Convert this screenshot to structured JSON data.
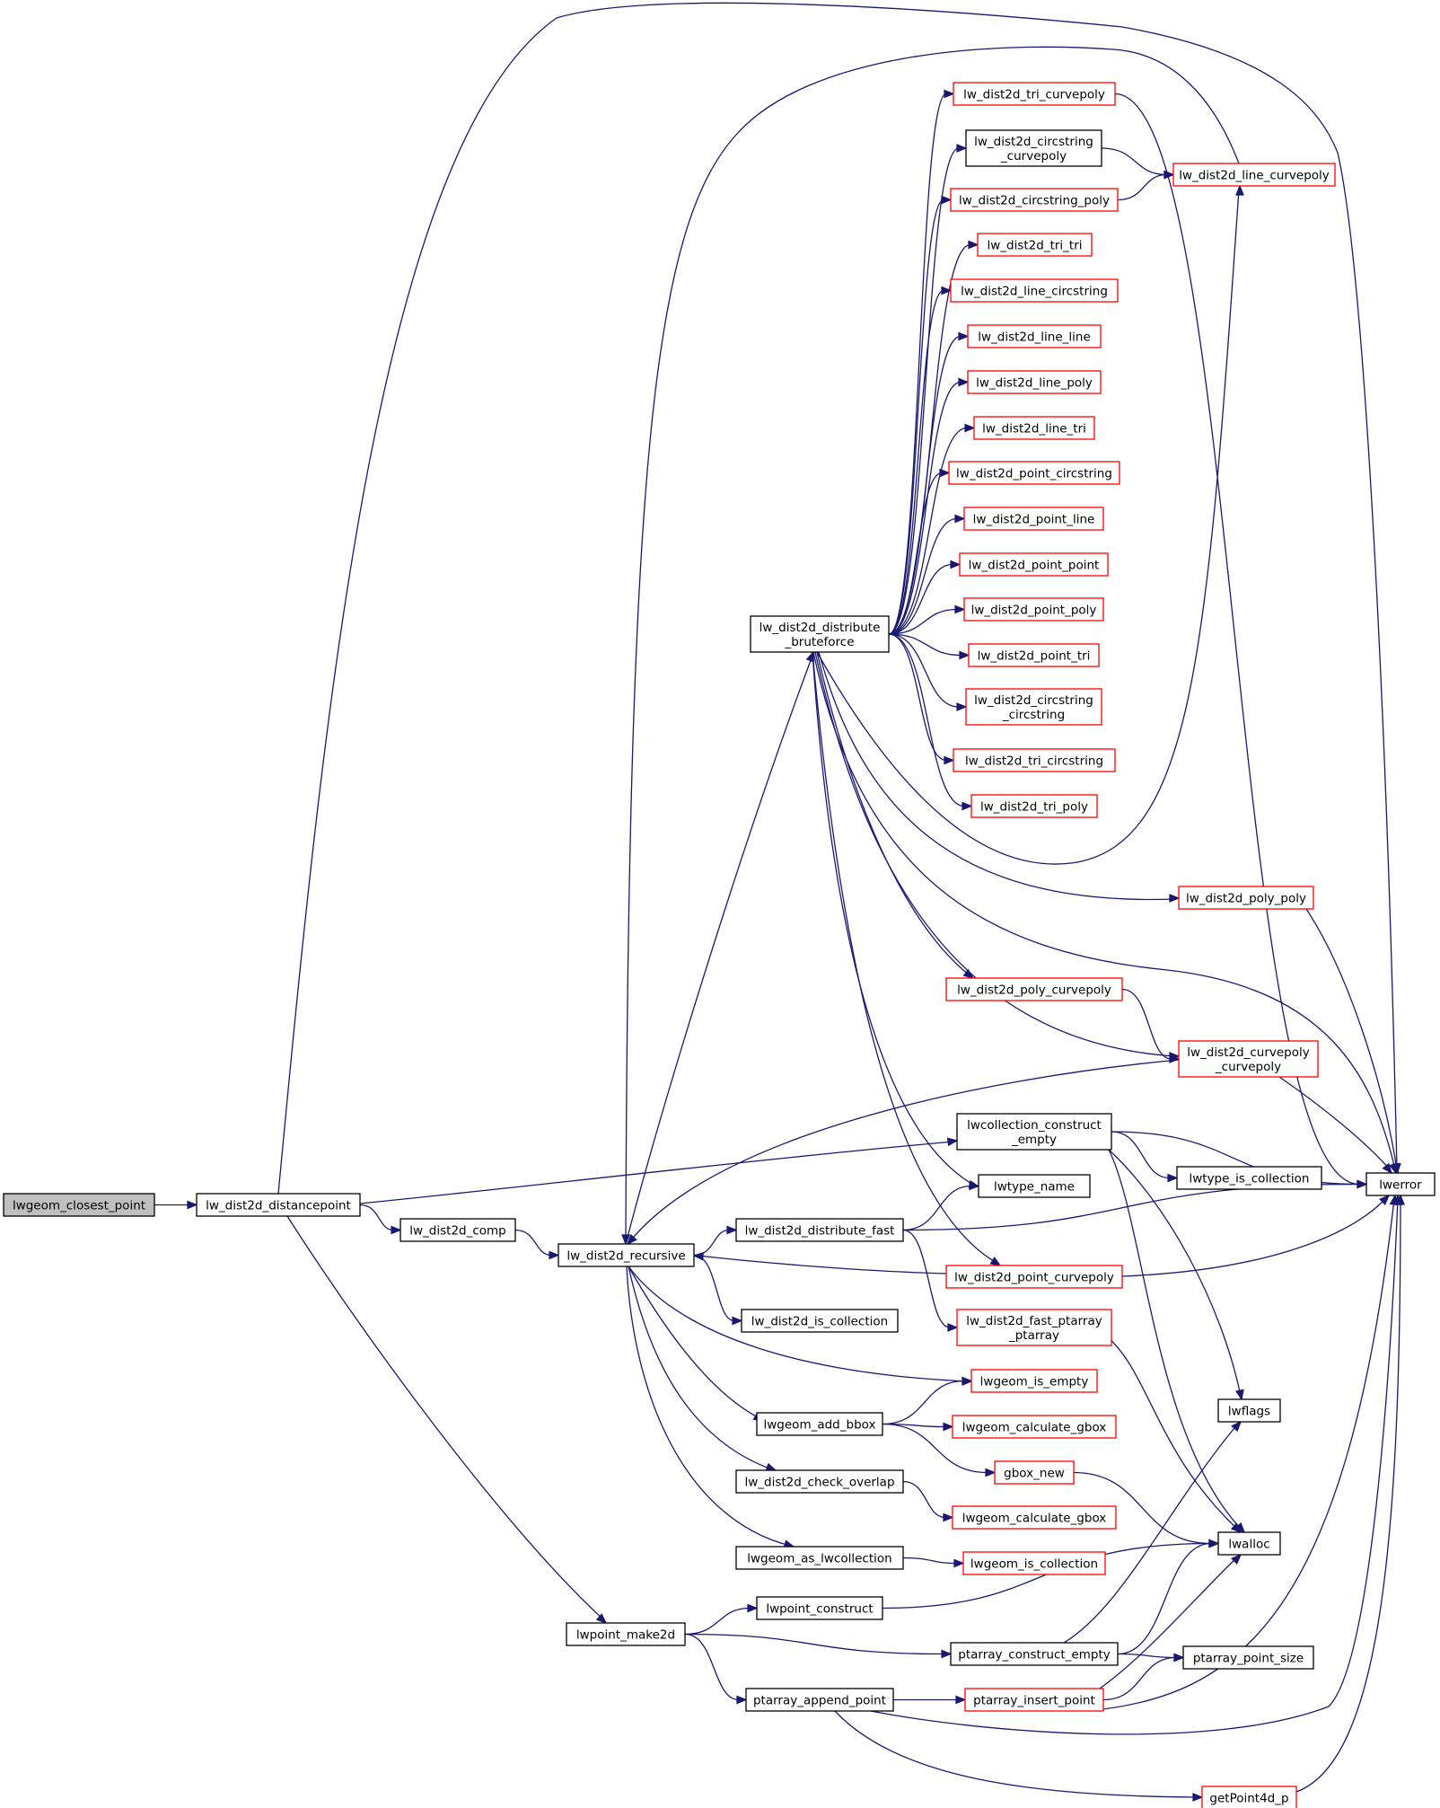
{
  "colors": {
    "edge": "#191970",
    "box_defined": "#000000",
    "box_undocumented": "#ff0000",
    "box_root_fill": "#bfbfbf",
    "background": "#ffffff"
  },
  "nodes": [
    {
      "id": "n_lwgeom_closest_point",
      "lines": [
        "lwgeom_closest_point"
      ],
      "style": "root"
    },
    {
      "id": "n_lw_dist2d_distancepoint",
      "lines": [
        "lw_dist2d_distancepoint"
      ],
      "style": "black"
    },
    {
      "id": "n_lw_dist2d_comp",
      "lines": [
        "lw_dist2d_comp"
      ],
      "style": "black"
    },
    {
      "id": "n_lw_dist2d_recursive",
      "lines": [
        "lw_dist2d_recursive"
      ],
      "style": "black"
    },
    {
      "id": "n_lwpoint_make2d",
      "lines": [
        "lwpoint_make2d"
      ],
      "style": "black"
    },
    {
      "id": "n_lw_dist2d_distribute_bruteforce",
      "lines": [
        "lw_dist2d_distribute",
        "_bruteforce"
      ],
      "style": "black"
    },
    {
      "id": "n_lw_dist2d_distribute_fast",
      "lines": [
        "lw_dist2d_distribute_fast"
      ],
      "style": "black"
    },
    {
      "id": "n_lw_dist2d_is_collection",
      "lines": [
        "lw_dist2d_is_collection"
      ],
      "style": "black"
    },
    {
      "id": "n_lwgeom_add_bbox",
      "lines": [
        "lwgeom_add_bbox"
      ],
      "style": "black"
    },
    {
      "id": "n_lw_dist2d_check_overlap",
      "lines": [
        "lw_dist2d_check_overlap"
      ],
      "style": "black"
    },
    {
      "id": "n_lwgeom_as_lwcollection",
      "lines": [
        "lwgeom_as_lwcollection"
      ],
      "style": "black"
    },
    {
      "id": "n_lwpoint_construct",
      "lines": [
        "lwpoint_construct"
      ],
      "style": "black"
    },
    {
      "id": "n_ptarray_append_point",
      "lines": [
        "ptarray_append_point"
      ],
      "style": "black"
    },
    {
      "id": "n_lw_dist2d_tri_curvepoly",
      "lines": [
        "lw_dist2d_tri_curvepoly"
      ],
      "style": "red"
    },
    {
      "id": "n_lw_dist2d_circstring_curvepoly",
      "lines": [
        "lw_dist2d_circstring",
        "_curvepoly"
      ],
      "style": "black"
    },
    {
      "id": "n_lw_dist2d_circstring_poly",
      "lines": [
        "lw_dist2d_circstring_poly"
      ],
      "style": "red"
    },
    {
      "id": "n_lw_dist2d_tri_tri",
      "lines": [
        "lw_dist2d_tri_tri"
      ],
      "style": "red"
    },
    {
      "id": "n_lw_dist2d_line_circstring",
      "lines": [
        "lw_dist2d_line_circstring"
      ],
      "style": "red"
    },
    {
      "id": "n_lw_dist2d_line_line",
      "lines": [
        "lw_dist2d_line_line"
      ],
      "style": "red"
    },
    {
      "id": "n_lw_dist2d_line_poly",
      "lines": [
        "lw_dist2d_line_poly"
      ],
      "style": "red"
    },
    {
      "id": "n_lw_dist2d_line_tri",
      "lines": [
        "lw_dist2d_line_tri"
      ],
      "style": "red"
    },
    {
      "id": "n_lw_dist2d_point_circstring",
      "lines": [
        "lw_dist2d_point_circstring"
      ],
      "style": "red"
    },
    {
      "id": "n_lw_dist2d_point_line",
      "lines": [
        "lw_dist2d_point_line"
      ],
      "style": "red"
    },
    {
      "id": "n_lw_dist2d_point_point",
      "lines": [
        "lw_dist2d_point_point"
      ],
      "style": "red"
    },
    {
      "id": "n_lw_dist2d_point_poly",
      "lines": [
        "lw_dist2d_point_poly"
      ],
      "style": "red"
    },
    {
      "id": "n_lw_dist2d_point_tri",
      "lines": [
        "lw_dist2d_point_tri"
      ],
      "style": "red"
    },
    {
      "id": "n_lw_dist2d_circstring_circstring",
      "lines": [
        "lw_dist2d_circstring",
        "_circstring"
      ],
      "style": "red"
    },
    {
      "id": "n_lw_dist2d_tri_circstring",
      "lines": [
        "lw_dist2d_tri_circstring"
      ],
      "style": "red"
    },
    {
      "id": "n_lw_dist2d_tri_poly",
      "lines": [
        "lw_dist2d_tri_poly"
      ],
      "style": "red"
    },
    {
      "id": "n_lw_dist2d_poly_curvepoly",
      "lines": [
        "lw_dist2d_poly_curvepoly"
      ],
      "style": "red"
    },
    {
      "id": "n_lwcollection_construct_empty",
      "lines": [
        "lwcollection_construct",
        "_empty"
      ],
      "style": "black"
    },
    {
      "id": "n_lwtype_name",
      "lines": [
        "lwtype_name"
      ],
      "style": "black"
    },
    {
      "id": "n_lw_dist2d_point_curvepoly",
      "lines": [
        "lw_dist2d_point_curvepoly"
      ],
      "style": "red"
    },
    {
      "id": "n_lw_dist2d_fast_ptarray_ptarray",
      "lines": [
        "lw_dist2d_fast_ptarray",
        "_ptarray"
      ],
      "style": "red"
    },
    {
      "id": "n_lwgeom_is_empty",
      "lines": [
        "lwgeom_is_empty"
      ],
      "style": "red"
    },
    {
      "id": "n_lwgeom_calculate_gbox_1",
      "lines": [
        "lwgeom_calculate_gbox"
      ],
      "style": "red"
    },
    {
      "id": "n_gbox_new",
      "lines": [
        "gbox_new"
      ],
      "style": "red"
    },
    {
      "id": "n_lwgeom_calculate_gbox_2",
      "lines": [
        "lwgeom_calculate_gbox"
      ],
      "style": "red"
    },
    {
      "id": "n_lwgeom_is_collection",
      "lines": [
        "lwgeom_is_collection"
      ],
      "style": "red"
    },
    {
      "id": "n_ptarray_construct_empty",
      "lines": [
        "ptarray_construct_empty"
      ],
      "style": "black"
    },
    {
      "id": "n_ptarray_insert_point",
      "lines": [
        "ptarray_insert_point"
      ],
      "style": "red"
    },
    {
      "id": "n_lw_dist2d_line_curvepoly",
      "lines": [
        "lw_dist2d_line_curvepoly"
      ],
      "style": "red"
    },
    {
      "id": "n_lw_dist2d_poly_poly",
      "lines": [
        "lw_dist2d_poly_poly"
      ],
      "style": "red"
    },
    {
      "id": "n_lw_dist2d_curvepoly_curvepoly",
      "lines": [
        "lw_dist2d_curvepoly",
        "_curvepoly"
      ],
      "style": "red"
    },
    {
      "id": "n_lwtype_is_collection",
      "lines": [
        "lwtype_is_collection"
      ],
      "style": "black"
    },
    {
      "id": "n_lwflags",
      "lines": [
        "lwflags"
      ],
      "style": "black"
    },
    {
      "id": "n_lwalloc",
      "lines": [
        "lwalloc"
      ],
      "style": "black"
    },
    {
      "id": "n_ptarray_point_size",
      "lines": [
        "ptarray_point_size"
      ],
      "style": "black"
    },
    {
      "id": "n_getPoint4d_p",
      "lines": [
        "getPoint4d_p"
      ],
      "style": "red"
    },
    {
      "id": "n_lwerror",
      "lines": [
        "lwerror"
      ],
      "style": "black"
    }
  ],
  "edges": [
    {
      "from": "n_lwgeom_closest_point",
      "to": "n_lw_dist2d_distancepoint"
    },
    {
      "from": "n_lw_dist2d_distancepoint",
      "to": "n_lw_dist2d_comp"
    },
    {
      "from": "n_lw_dist2d_distancepoint",
      "to": "n_lwpoint_make2d"
    },
    {
      "from": "n_lw_dist2d_distancepoint",
      "to": "n_lwcollection_construct_empty"
    },
    {
      "from": "n_lw_dist2d_distancepoint",
      "to": "n_lwerror"
    },
    {
      "from": "n_lw_dist2d_comp",
      "to": "n_lw_dist2d_recursive"
    },
    {
      "from": "n_lw_dist2d_recursive",
      "to": "n_lw_dist2d_distribute_bruteforce"
    },
    {
      "from": "n_lw_dist2d_recursive",
      "to": "n_lw_dist2d_distribute_fast"
    },
    {
      "from": "n_lw_dist2d_recursive",
      "to": "n_lw_dist2d_is_collection"
    },
    {
      "from": "n_lw_dist2d_recursive",
      "to": "n_lwgeom_is_empty"
    },
    {
      "from": "n_lw_dist2d_recursive",
      "to": "n_lwgeom_add_bbox"
    },
    {
      "from": "n_lw_dist2d_recursive",
      "to": "n_lw_dist2d_check_overlap"
    },
    {
      "from": "n_lw_dist2d_recursive",
      "to": "n_lwgeom_as_lwcollection"
    },
    {
      "from": "n_lw_dist2d_distribute_bruteforce",
      "to": "n_lw_dist2d_tri_curvepoly"
    },
    {
      "from": "n_lw_dist2d_distribute_bruteforce",
      "to": "n_lw_dist2d_circstring_curvepoly"
    },
    {
      "from": "n_lw_dist2d_distribute_bruteforce",
      "to": "n_lw_dist2d_circstring_poly"
    },
    {
      "from": "n_lw_dist2d_distribute_bruteforce",
      "to": "n_lw_dist2d_tri_tri"
    },
    {
      "from": "n_lw_dist2d_distribute_bruteforce",
      "to": "n_lw_dist2d_line_circstring"
    },
    {
      "from": "n_lw_dist2d_distribute_bruteforce",
      "to": "n_lw_dist2d_line_line"
    },
    {
      "from": "n_lw_dist2d_distribute_bruteforce",
      "to": "n_lw_dist2d_line_poly"
    },
    {
      "from": "n_lw_dist2d_distribute_bruteforce",
      "to": "n_lw_dist2d_line_tri"
    },
    {
      "from": "n_lw_dist2d_distribute_bruteforce",
      "to": "n_lw_dist2d_point_circstring"
    },
    {
      "from": "n_lw_dist2d_distribute_bruteforce",
      "to": "n_lw_dist2d_point_line"
    },
    {
      "from": "n_lw_dist2d_distribute_bruteforce",
      "to": "n_lw_dist2d_point_point"
    },
    {
      "from": "n_lw_dist2d_distribute_bruteforce",
      "to": "n_lw_dist2d_point_poly"
    },
    {
      "from": "n_lw_dist2d_distribute_bruteforce",
      "to": "n_lw_dist2d_point_tri"
    },
    {
      "from": "n_lw_dist2d_distribute_bruteforce",
      "to": "n_lw_dist2d_circstring_circstring"
    },
    {
      "from": "n_lw_dist2d_distribute_bruteforce",
      "to": "n_lw_dist2d_tri_circstring"
    },
    {
      "from": "n_lw_dist2d_distribute_bruteforce",
      "to": "n_lw_dist2d_tri_poly"
    },
    {
      "from": "n_lw_dist2d_distribute_bruteforce",
      "to": "n_lw_dist2d_line_curvepoly"
    },
    {
      "from": "n_lw_dist2d_distribute_bruteforce",
      "to": "n_lw_dist2d_poly_poly"
    },
    {
      "from": "n_lw_dist2d_distribute_bruteforce",
      "to": "n_lw_dist2d_poly_curvepoly"
    },
    {
      "from": "n_lw_dist2d_distribute_bruteforce",
      "to": "n_lw_dist2d_curvepoly_curvepoly"
    },
    {
      "from": "n_lw_dist2d_distribute_bruteforce",
      "to": "n_lwerror"
    },
    {
      "from": "n_lw_dist2d_distribute_bruteforce",
      "to": "n_lwtype_name"
    },
    {
      "from": "n_lw_dist2d_distribute_bruteforce",
      "to": "n_lw_dist2d_point_curvepoly"
    },
    {
      "from": "n_lw_dist2d_circstring_curvepoly",
      "to": "n_lw_dist2d_line_curvepoly"
    },
    {
      "from": "n_lw_dist2d_circstring_poly",
      "to": "n_lw_dist2d_line_curvepoly"
    },
    {
      "from": "n_lw_dist2d_tri_curvepoly",
      "to": "n_lwerror"
    },
    {
      "from": "n_lw_dist2d_line_curvepoly",
      "to": "n_lw_dist2d_tri_curvepoly"
    },
    {
      "from": "n_lw_dist2d_poly_poly",
      "to": "n_lwerror"
    },
    {
      "from": "n_lw_dist2d_poly_curvepoly",
      "to": "n_lw_dist2d_curvepoly_curvepoly"
    },
    {
      "from": "n_lw_dist2d_curvepoly_curvepoly",
      "to": "n_lwerror"
    },
    {
      "from": "n_lw_dist2d_curvepoly_curvepoly",
      "to": "n_lw_dist2d_recursive"
    },
    {
      "from": "n_lwcollection_construct_empty",
      "to": "n_lwerror"
    },
    {
      "from": "n_lwcollection_construct_empty",
      "to": "n_lwtype_is_collection"
    },
    {
      "from": "n_lwcollection_construct_empty",
      "to": "n_lwflags"
    },
    {
      "from": "n_lwcollection_construct_empty",
      "to": "n_lwalloc"
    },
    {
      "from": "n_lw_dist2d_distribute_fast",
      "to": "n_lwtype_name"
    },
    {
      "from": "n_lw_dist2d_distribute_fast",
      "to": "n_lwerror"
    },
    {
      "from": "n_lw_dist2d_distribute_fast",
      "to": "n_lw_dist2d_fast_ptarray_ptarray"
    },
    {
      "from": "n_lw_dist2d_point_curvepoly",
      "to": "n_lwerror"
    },
    {
      "from": "n_lw_dist2d_point_curvepoly",
      "to": "n_lw_dist2d_recursive"
    },
    {
      "from": "n_lw_dist2d_fast_ptarray_ptarray",
      "to": "n_lwalloc"
    },
    {
      "from": "n_lwgeom_add_bbox",
      "to": "n_lwgeom_is_empty"
    },
    {
      "from": "n_lwgeom_add_bbox",
      "to": "n_lwgeom_calculate_gbox_1"
    },
    {
      "from": "n_lwgeom_add_bbox",
      "to": "n_gbox_new"
    },
    {
      "from": "n_gbox_new",
      "to": "n_lwalloc"
    },
    {
      "from": "n_lw_dist2d_check_overlap",
      "to": "n_lwgeom_calculate_gbox_2"
    },
    {
      "from": "n_lwgeom_as_lwcollection",
      "to": "n_lwgeom_is_collection"
    },
    {
      "from": "n_lwpoint_make2d",
      "to": "n_lwpoint_construct"
    },
    {
      "from": "n_lwpoint_make2d",
      "to": "n_ptarray_construct_empty"
    },
    {
      "from": "n_lwpoint_make2d",
      "to": "n_ptarray_append_point"
    },
    {
      "from": "n_lwpoint_construct",
      "to": "n_lwalloc"
    },
    {
      "from": "n_ptarray_construct_empty",
      "to": "n_lwflags"
    },
    {
      "from": "n_ptarray_construct_empty",
      "to": "n_lwalloc"
    },
    {
      "from": "n_ptarray_construct_empty",
      "to": "n_ptarray_point_size"
    },
    {
      "from": "n_ptarray_append_point",
      "to": "n_ptarray_insert_point"
    },
    {
      "from": "n_ptarray_append_point",
      "to": "n_lwerror"
    },
    {
      "from": "n_ptarray_append_point",
      "to": "n_getPoint4d_p"
    },
    {
      "from": "n_ptarray_insert_point",
      "to": "n_lwalloc"
    },
    {
      "from": "n_ptarray_insert_point",
      "to": "n_ptarray_point_size"
    },
    {
      "from": "n_ptarray_insert_point",
      "to": "n_lwerror"
    },
    {
      "from": "n_getPoint4d_p",
      "to": "n_lwerror"
    }
  ]
}
